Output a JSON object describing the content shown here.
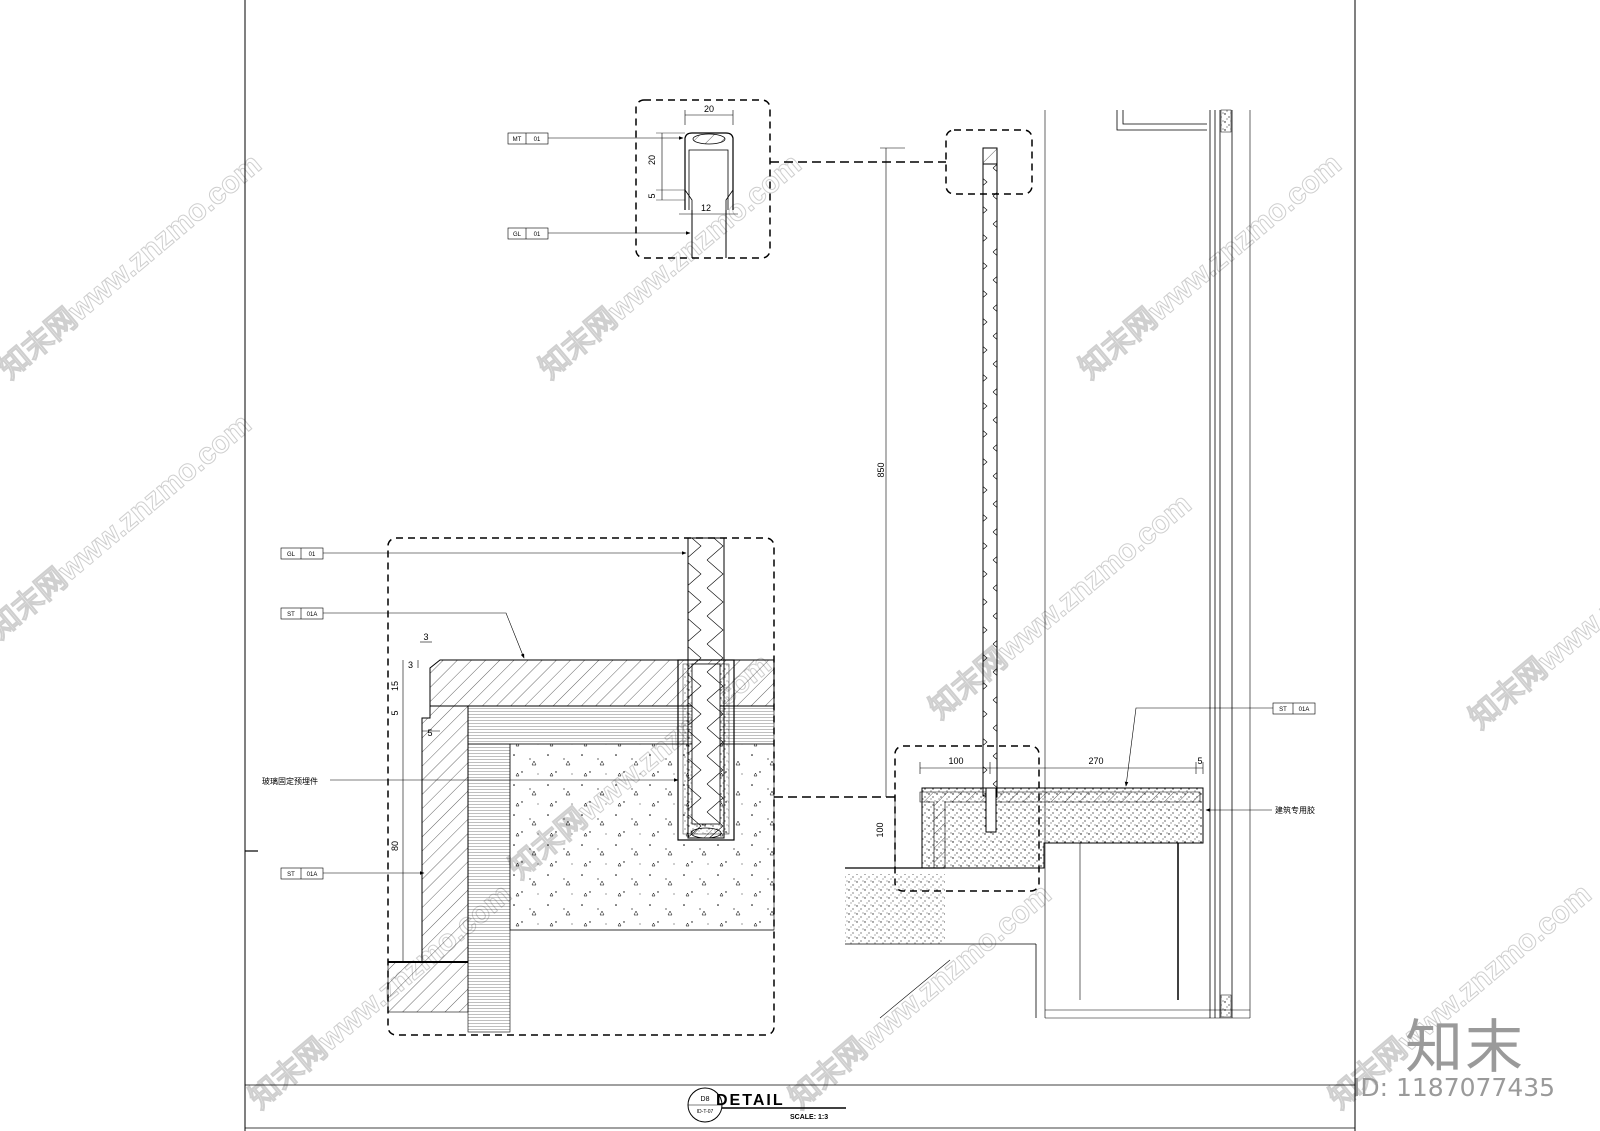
{
  "profile_detail": {
    "dims": {
      "top_width": "20",
      "height_upper": "20",
      "height_lower": "5",
      "bottom_width": "12"
    },
    "tags": [
      {
        "code": "MT",
        "num": "01"
      },
      {
        "code": "GL",
        "num": "01"
      }
    ]
  },
  "base_detail": {
    "tags": [
      {
        "code": "GL",
        "num": "01"
      },
      {
        "code": "ST",
        "num": "01A"
      },
      {
        "code": "ST",
        "num": "01A"
      }
    ],
    "dims": {
      "d3a": "3",
      "d3b": "3",
      "d15": "15",
      "d5a": "5",
      "d5b": "5",
      "d80": "80"
    },
    "note_embed": "玻璃固定预埋件"
  },
  "section": {
    "dims": {
      "h850": "850",
      "h100": "100",
      "w100": "100",
      "w270": "270",
      "w5": "5"
    },
    "tag": {
      "code": "ST",
      "num": "01A"
    },
    "note_wall": "建筑专用胶"
  },
  "title_block": {
    "bubble_top": "D8",
    "bubble_bottom": "ID-T-07",
    "title": "DETAIL",
    "scale": "SCALE: 1:3"
  },
  "watermark": {
    "site": "知末网www.znzmo.com",
    "brand": "知末",
    "id": "ID: 1187077435"
  }
}
